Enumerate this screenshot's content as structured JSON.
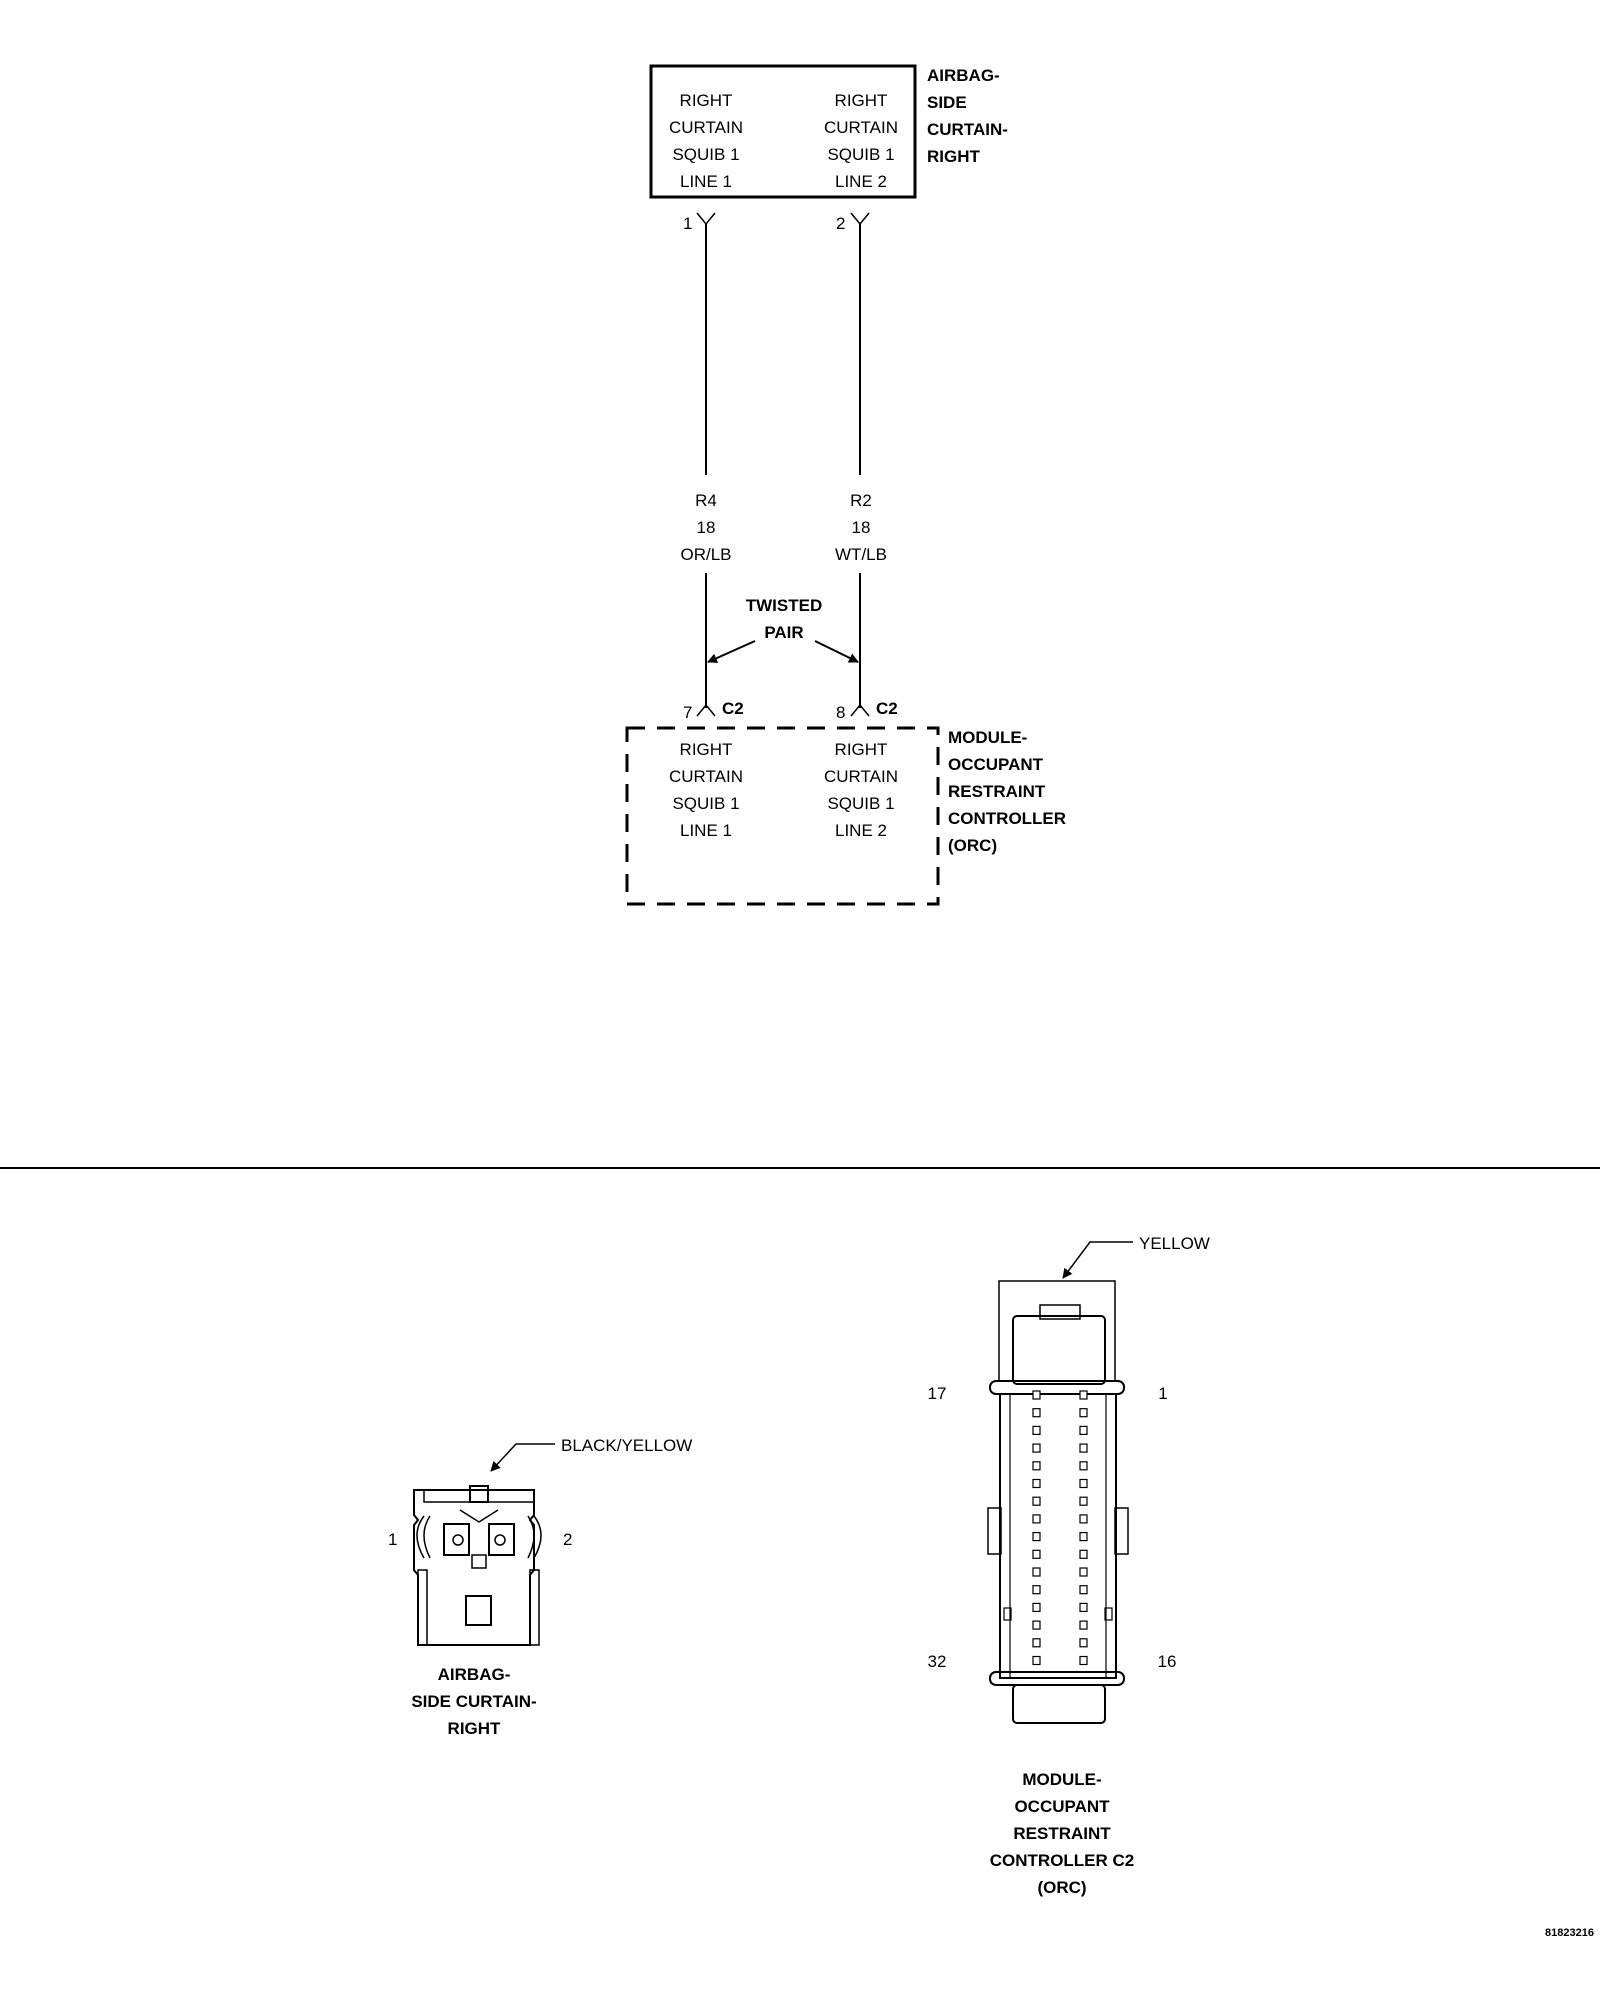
{
  "airbag_box": {
    "left": [
      "RIGHT",
      "CURTAIN",
      "SQUIB 1",
      "LINE 1"
    ],
    "right": [
      "RIGHT",
      "CURTAIN",
      "SQUIB 1",
      "LINE 2"
    ],
    "title": [
      "AIRBAG-",
      "SIDE",
      "CURTAIN-",
      "RIGHT"
    ],
    "pin_left": "1",
    "pin_right": "2"
  },
  "wires": {
    "left": [
      "R4",
      "18",
      "OR/LB"
    ],
    "right": [
      "R2",
      "18",
      "WT/LB"
    ],
    "twisted_pair": [
      "TWISTED",
      "PAIR"
    ]
  },
  "orc_box": {
    "pin_left": "7",
    "pin_right": "8",
    "connector_left": "C2",
    "connector_right": "C2",
    "left": [
      "RIGHT",
      "CURTAIN",
      "SQUIB 1",
      "LINE 1"
    ],
    "right": [
      "RIGHT",
      "CURTAIN",
      "SQUIB 1",
      "LINE 2"
    ],
    "title": [
      "MODULE-",
      "OCCUPANT",
      "RESTRAINT",
      "CONTROLLER",
      "(ORC)"
    ]
  },
  "connector_airbag": {
    "color": "BLACK/YELLOW",
    "pin_left": "1",
    "pin_right": "2",
    "caption": [
      "AIRBAG-",
      "SIDE CURTAIN-",
      "RIGHT"
    ]
  },
  "connector_orc": {
    "color": "YELLOW",
    "pin_top_left": "17",
    "pin_top_right": "1",
    "pin_bottom_left": "32",
    "pin_bottom_right": "16",
    "caption": [
      "MODULE-",
      "OCCUPANT",
      "RESTRAINT",
      "CONTROLLER C2",
      "(ORC)"
    ]
  },
  "figure_id": "81823216"
}
